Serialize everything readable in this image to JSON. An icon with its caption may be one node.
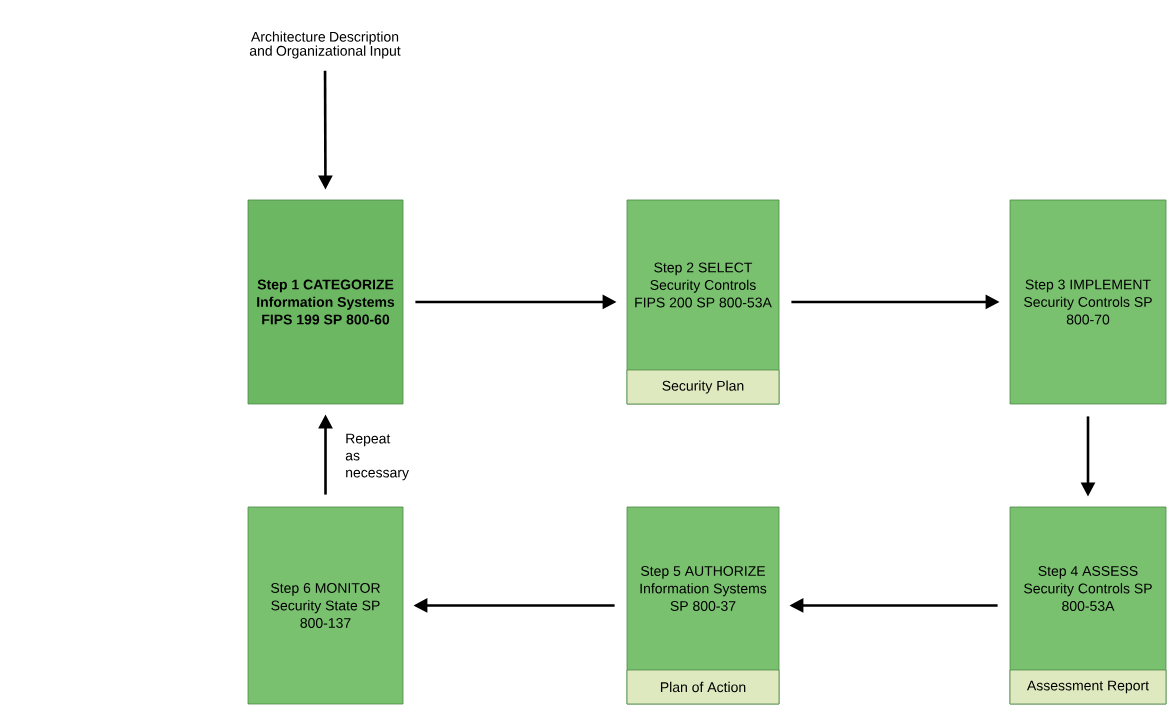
{
  "diagram": {
    "nodes": [
      {
        "text": [
          "Architecture Description and Organizational Input"
        ]
      },
      {
        "text": [
          "Step 1 CATEGORIZE Information Systems FIPS 199 SP 800-60"
        ]
      },
      {
        "text": [
          "Step 2 SELECT Security Controls FIPS 200 SP 800-53A"
        ]
      },
      {
        "text": [
          "Security Plan"
        ],
        "in": 2
      },
      {
        "text": [
          "Step 3 IMPLEMENT Security Controls SP 800-70"
        ]
      },
      {
        "text": [
          "Step 4 ASSESS Security Controls SP 800-53A"
        ]
      },
      {
        "text": [
          "Assessment Report"
        ],
        "in": 5
      },
      {
        "text": [
          "Step 5 AUTHORIZE Information Systems SP 800-37"
        ]
      },
      {
        "text": [
          "Plan of Action"
        ],
        "in": 7
      },
      {
        "text": [
          "Step 6 MONITOR Security State SP 800-137"
        ]
      }
    ],
    "edges": [
      {
        "from": 0,
        "to": 1,
        "arrow": "to"
      },
      {
        "from": 1,
        "to": 2,
        "arrow": "to"
      },
      {
        "from": 2,
        "to": 4,
        "arrow": "to"
      },
      {
        "from": 4,
        "to": 5,
        "arrow": "to"
      },
      {
        "from": 5,
        "to": 7,
        "arrow": "to"
      },
      {
        "from": 7,
        "to": 9,
        "arrow": "to"
      },
      {
        "from": 9,
        "to": 1,
        "arrow": "to"
      }
    ],
    "labels": [
      "Repeat as necessary"
    ]
  }
}
